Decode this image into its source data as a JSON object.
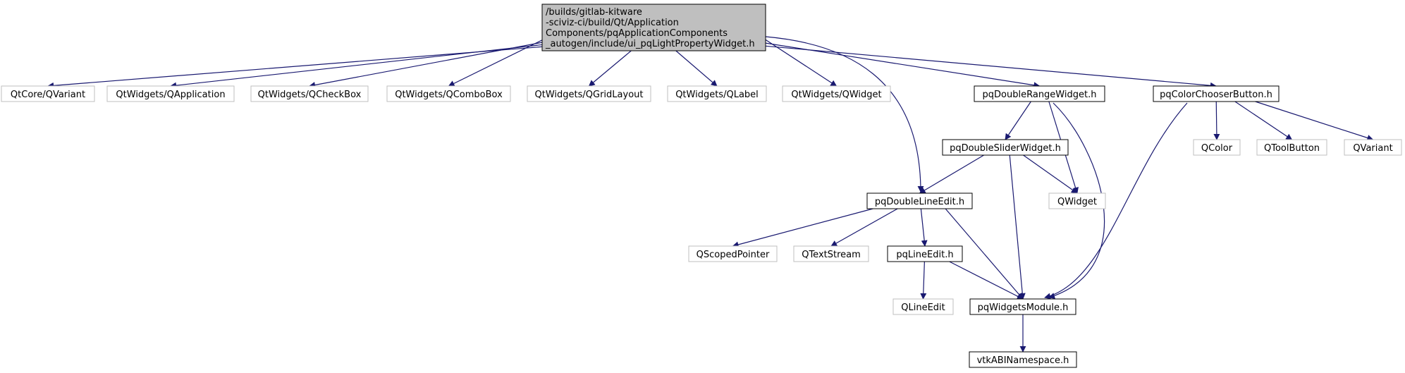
{
  "colors": {
    "edge": "#191970",
    "root_fill": "#bfbfbf",
    "root_border": "#000000",
    "internal_border": "#000000",
    "external_border": "#bfbfbf",
    "text": "#000000"
  },
  "nodes": [
    {
      "id": "root",
      "kind": "root",
      "lines": [
        "/builds/gitlab-kitware",
        "-sciviz-ci/build/Qt/Application",
        "Components/pqApplicationComponents",
        "_autogen/include/ui_pqLightPropertyWidget.h"
      ]
    },
    {
      "id": "qcore_qvariant",
      "kind": "external",
      "lines": [
        "QtCore/QVariant"
      ]
    },
    {
      "id": "qw_qapplication",
      "kind": "external",
      "lines": [
        "QtWidgets/QApplication"
      ]
    },
    {
      "id": "qw_qcheckbox",
      "kind": "external",
      "lines": [
        "QtWidgets/QCheckBox"
      ]
    },
    {
      "id": "qw_qcombobox",
      "kind": "external",
      "lines": [
        "QtWidgets/QComboBox"
      ]
    },
    {
      "id": "qw_qgridlayout",
      "kind": "external",
      "lines": [
        "QtWidgets/QGridLayout"
      ]
    },
    {
      "id": "qw_qlabel",
      "kind": "external",
      "lines": [
        "QtWidgets/QLabel"
      ]
    },
    {
      "id": "qw_qwidget",
      "kind": "external",
      "lines": [
        "QtWidgets/QWidget"
      ]
    },
    {
      "id": "pqdoublerangewidget",
      "kind": "internal",
      "lines": [
        "pqDoubleRangeWidget.h"
      ]
    },
    {
      "id": "pqcolorchooserbutton",
      "kind": "internal",
      "lines": [
        "pqColorChooserButton.h"
      ]
    },
    {
      "id": "pqdoubleslider",
      "kind": "internal",
      "lines": [
        "pqDoubleSliderWidget.h"
      ]
    },
    {
      "id": "qcolor",
      "kind": "external",
      "lines": [
        "QColor"
      ]
    },
    {
      "id": "qtoolbutton",
      "kind": "external",
      "lines": [
        "QToolButton"
      ]
    },
    {
      "id": "qvariant",
      "kind": "external",
      "lines": [
        "QVariant"
      ]
    },
    {
      "id": "pqdoublelineedit",
      "kind": "internal",
      "lines": [
        "pqDoubleLineEdit.h"
      ]
    },
    {
      "id": "qwidget",
      "kind": "external",
      "lines": [
        "QWidget"
      ]
    },
    {
      "id": "qscopedpointer",
      "kind": "external",
      "lines": [
        "QScopedPointer"
      ]
    },
    {
      "id": "qtextstream",
      "kind": "external",
      "lines": [
        "QTextStream"
      ]
    },
    {
      "id": "pqlineedit",
      "kind": "internal",
      "lines": [
        "pqLineEdit.h"
      ]
    },
    {
      "id": "qlineedit",
      "kind": "external",
      "lines": [
        "QLineEdit"
      ]
    },
    {
      "id": "pqwidgetsmodule",
      "kind": "internal",
      "lines": [
        "pqWidgetsModule.h"
      ]
    },
    {
      "id": "vtkabinamespace",
      "kind": "internal",
      "lines": [
        "vtkABINamespace.h"
      ]
    }
  ],
  "edges": [
    {
      "from": "root",
      "to": "qcore_qvariant"
    },
    {
      "from": "root",
      "to": "qw_qapplication"
    },
    {
      "from": "root",
      "to": "qw_qcheckbox"
    },
    {
      "from": "root",
      "to": "qw_qcombobox"
    },
    {
      "from": "root",
      "to": "qw_qgridlayout"
    },
    {
      "from": "root",
      "to": "qw_qlabel"
    },
    {
      "from": "root",
      "to": "qw_qwidget"
    },
    {
      "from": "root",
      "to": "pqdoublerangewidget"
    },
    {
      "from": "root",
      "to": "pqcolorchooserbutton"
    },
    {
      "from": "root",
      "to": "pqdoublelineedit"
    },
    {
      "from": "pqdoublerangewidget",
      "to": "pqdoubleslider"
    },
    {
      "from": "pqdoublerangewidget",
      "to": "qwidget"
    },
    {
      "from": "pqdoublerangewidget",
      "to": "pqwidgetsmodule"
    },
    {
      "from": "pqdoubleslider",
      "to": "pqdoublelineedit"
    },
    {
      "from": "pqdoubleslider",
      "to": "qwidget"
    },
    {
      "from": "pqdoubleslider",
      "to": "pqwidgetsmodule"
    },
    {
      "from": "pqcolorchooserbutton",
      "to": "qcolor"
    },
    {
      "from": "pqcolorchooserbutton",
      "to": "qtoolbutton"
    },
    {
      "from": "pqcolorchooserbutton",
      "to": "qvariant"
    },
    {
      "from": "pqcolorchooserbutton",
      "to": "pqwidgetsmodule"
    },
    {
      "from": "pqdoublelineedit",
      "to": "qscopedpointer"
    },
    {
      "from": "pqdoublelineedit",
      "to": "qtextstream"
    },
    {
      "from": "pqdoublelineedit",
      "to": "pqlineedit"
    },
    {
      "from": "pqdoublelineedit",
      "to": "pqwidgetsmodule"
    },
    {
      "from": "pqlineedit",
      "to": "qlineedit"
    },
    {
      "from": "pqlineedit",
      "to": "pqwidgetsmodule"
    },
    {
      "from": "pqwidgetsmodule",
      "to": "vtkabinamespace"
    }
  ]
}
